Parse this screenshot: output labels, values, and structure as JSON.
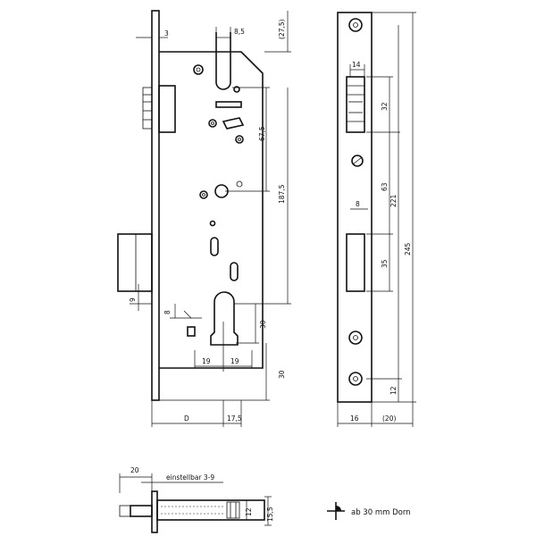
{
  "front_view": {
    "dims": {
      "d3": "3",
      "d8_5": "8,5",
      "d27_5": "(27,5)",
      "d67_5": "67,5",
      "d187_5": "187,5",
      "d9": "9",
      "d8": "8",
      "d30a": "30",
      "d19a": "19",
      "d19b": "19",
      "d30b": "30",
      "dD": "D",
      "d17_5": "17,5"
    }
  },
  "side_view": {
    "dims": {
      "d14": "14",
      "d32": "32",
      "d63": "63",
      "d221": "221",
      "d245": "245",
      "d8": "8",
      "d35": "35",
      "d12": "12",
      "d16": "16",
      "d20": "(20)"
    }
  },
  "bottom_view": {
    "dims": {
      "d20": "20",
      "adjustable": "einstellbar 3-9",
      "d12": "12",
      "d15_5": "15,5"
    }
  },
  "legend": {
    "note": "ab 30 mm Dorn"
  }
}
